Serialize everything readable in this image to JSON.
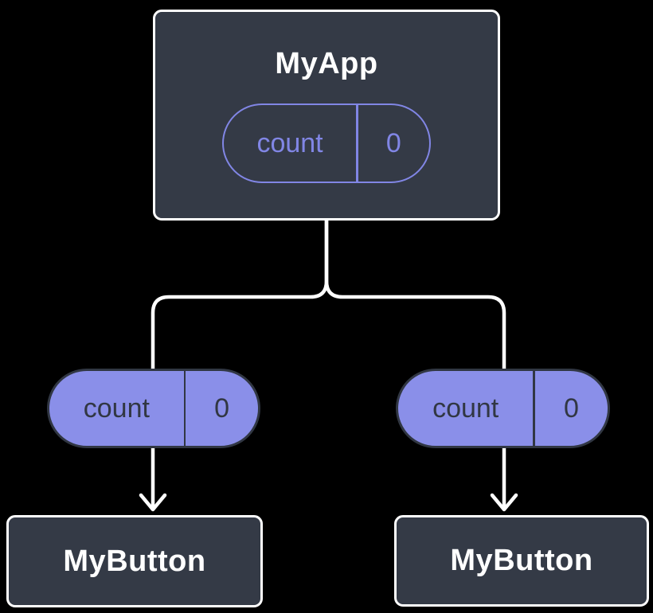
{
  "colors": {
    "background": "#000000",
    "node_fill": "#343a46",
    "node_border": "#ffffff",
    "node_text": "#ffffff",
    "pill_fill": "#8a8fe9",
    "pill_stroke_dark": "#313743",
    "pill_outline": "#8186e5",
    "connector": "#ffffff"
  },
  "diagram": {
    "root": {
      "title": "MyApp",
      "state": {
        "name": "count",
        "value": "0"
      }
    },
    "children": [
      {
        "title": "MyButton",
        "prop": {
          "name": "count",
          "value": "0"
        }
      },
      {
        "title": "MyButton",
        "prop": {
          "name": "count",
          "value": "0"
        }
      }
    ]
  }
}
